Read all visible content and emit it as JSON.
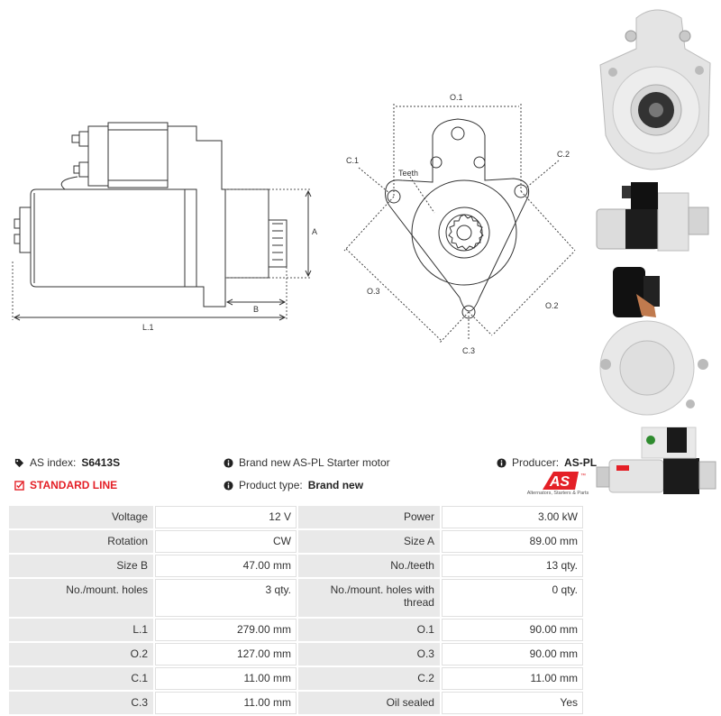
{
  "diagram": {
    "labels": {
      "a": "A",
      "b": "B",
      "l1": "L.1",
      "o1": "O.1",
      "o2": "O.2",
      "o3": "O.3",
      "c1": "C.1",
      "c2": "C.2",
      "c3": "C.3",
      "teeth": "Teeth"
    }
  },
  "info": {
    "as_index_label": "AS index:",
    "as_index_value": "S6413S",
    "line_label": "STANDARD LINE",
    "description": "Brand new AS-PL Starter motor",
    "product_type_label": "Product type:",
    "product_type_value": "Brand new",
    "producer_label": "Producer:",
    "producer_value": "AS-PL"
  },
  "logo": {
    "mark": "AS",
    "tagline": "Alternators, Starters & Parts"
  },
  "specs": {
    "rows": [
      {
        "l1": "Voltage",
        "v1": "12 V",
        "l2": "Power",
        "v2": "3.00 kW"
      },
      {
        "l1": "Rotation",
        "v1": "CW",
        "l2": "Size A",
        "v2": "89.00 mm"
      },
      {
        "l1": "Size B",
        "v1": "47.00 mm",
        "l2": "No./teeth",
        "v2": "13 qty."
      },
      {
        "l1": "No./mount. holes",
        "v1": "3 qty.",
        "l2": "No./mount. holes with thread",
        "v2": "0 qty."
      },
      {
        "l1": "L.1",
        "v1": "279.00 mm",
        "l2": "O.1",
        "v2": "90.00 mm"
      },
      {
        "l1": "O.2",
        "v1": "127.00 mm",
        "l2": "O.3",
        "v2": "90.00 mm"
      },
      {
        "l1": "C.1",
        "v1": "11.00 mm",
        "l2": "C.2",
        "v2": "11.00 mm"
      },
      {
        "l1": "C.3",
        "v1": "11.00 mm",
        "l2": "Oil sealed",
        "v2": "Yes"
      }
    ]
  },
  "colors": {
    "accent": "#e41f26",
    "label_bg": "#e9e9e9",
    "line": "#333333"
  }
}
